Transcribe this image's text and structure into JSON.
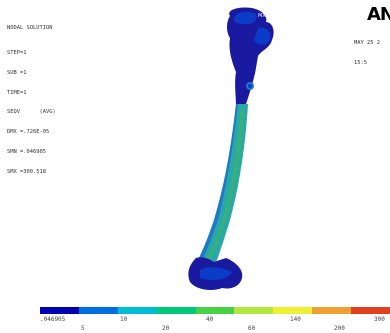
{
  "header": {
    "title": "NODAL SOLUTION",
    "step": "STEP=1",
    "sub": "SUB =1",
    "time": "TIME=1",
    "seqv": "SEQV      (AVG)",
    "dmx": "DMX =.726E-05",
    "smn": "SMN =.046905",
    "smx": "SMX =300.518"
  },
  "logo": {
    "text": "AN"
  },
  "datetime": {
    "date": "MAY 25 2",
    "time": "15:5"
  },
  "model": {
    "max_marker": "MX",
    "colors": {
      "level_1": "#1a1aa0",
      "level_2": "#0a3cc8",
      "level_3": "#1e78c8",
      "level_4": "#2aa8a8",
      "level_5": "#38b07a",
      "background": "#ffffff"
    }
  },
  "legend": {
    "colors": [
      "#0000b4",
      "#0070e0",
      "#00bcd4",
      "#00c87a",
      "#46d246",
      "#b4e640",
      "#f0f032",
      "#f0a032",
      "#e04020"
    ],
    "top_labels": [
      ".046905",
      "10",
      "40",
      "140",
      "300"
    ],
    "bottom_labels": [
      "5",
      "20",
      "60",
      "200"
    ]
  }
}
